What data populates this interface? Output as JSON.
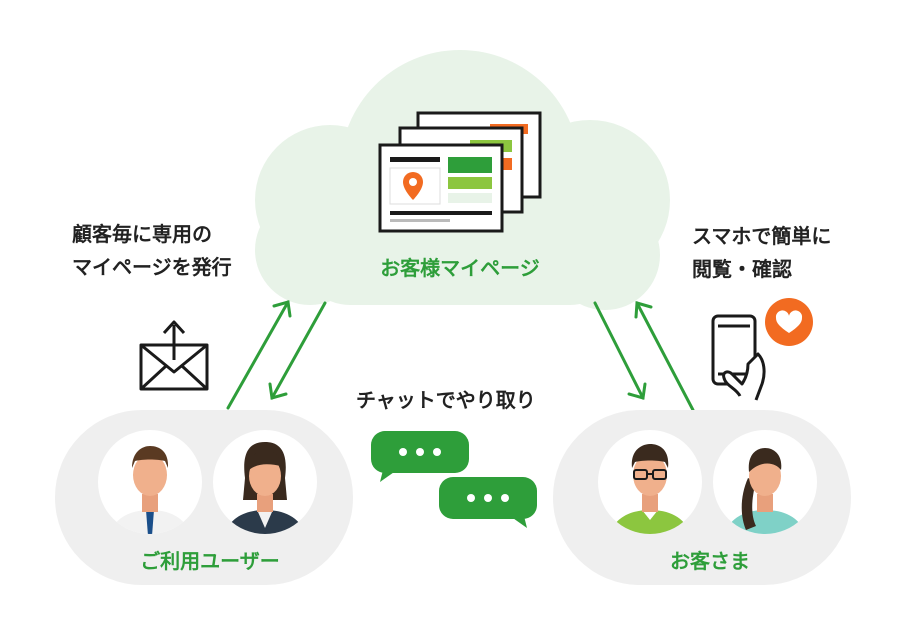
{
  "cloud": {
    "label": "お客様マイページ"
  },
  "left_caption": {
    "line1": "顧客毎に専用の",
    "line2": "マイページを発行"
  },
  "right_caption": {
    "line1": "スマホで簡単に",
    "line2": "閲覧・確認"
  },
  "chat_caption": "チャットでやり取り",
  "users_group": {
    "label": "ご利用ユーザー"
  },
  "customers_group": {
    "label": "お客さま"
  },
  "colors": {
    "green": "#2e9e3a",
    "light_green": "#8cc63f",
    "cloud_fill": "#e8f3e8",
    "orange": "#f26b21",
    "pill_gray": "#efefef",
    "dark": "#1a1a1a"
  },
  "icons": [
    "mail-send-icon",
    "smartphone-icon",
    "heart-badge-icon",
    "chat-bubble-icon",
    "map-pin-icon"
  ]
}
